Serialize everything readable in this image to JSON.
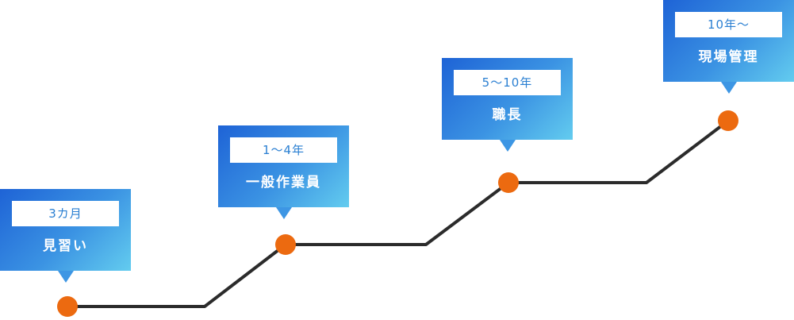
{
  "colors": {
    "line": "#2b2b2b",
    "node": "#ec6a10",
    "callout_gradient_start": "#1e63d6",
    "callout_gradient_end": "#63ccef",
    "period_text": "#2a7fd2"
  },
  "steps": [
    {
      "period": "3カ月",
      "role": "見習い"
    },
    {
      "period": "1～4年",
      "role": "一般作業員"
    },
    {
      "period": "5～10年",
      "role": "職長"
    },
    {
      "period": "10年～",
      "role": "現場管理"
    }
  ]
}
